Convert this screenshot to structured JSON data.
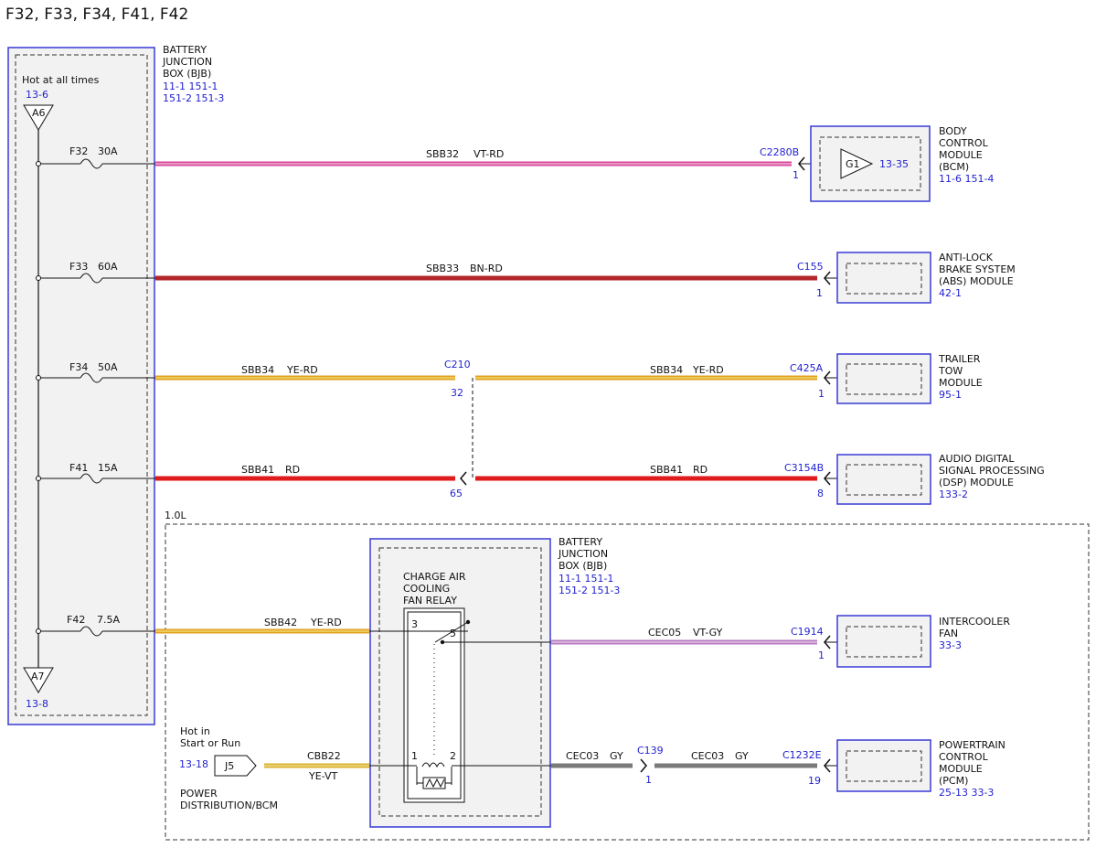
{
  "title": "F32, F33, F34, F41, F42",
  "colors": {
    "ref_text": "#1f1fd1",
    "box_border": "#3a3ad6",
    "box_fill": "#f2f2f2",
    "vt_rd": "#d8479b",
    "bn_rd": "#b3262a",
    "ye_rd": "#e2a11f",
    "rd": "#e01b1b",
    "vt_gy": "#b87ac0",
    "gy": "#7a7a7a",
    "ye_vt": "#d8b12d"
  },
  "bjb_left": {
    "label": [
      "BATTERY",
      "JUNCTION",
      "BOX (BJB)"
    ],
    "refs": [
      "11-1   151-1",
      "151-2  151-3"
    ],
    "hot_label": "Hot at all times",
    "hot_ref": "13-6",
    "top_connector": "A6",
    "bottom_connector": "A7",
    "bottom_ref": "13-8"
  },
  "fuses": [
    {
      "name": "F32",
      "rating": "30A"
    },
    {
      "name": "F33",
      "rating": "60A"
    },
    {
      "name": "F34",
      "rating": "50A"
    },
    {
      "name": "F41",
      "rating": "15A"
    },
    {
      "name": "F42",
      "rating": "7.5A"
    }
  ],
  "circuits": {
    "sbb32": {
      "circuit": "SBB32",
      "color": "VT-RD"
    },
    "sbb33": {
      "circuit": "SBB33",
      "color": "BN-RD"
    },
    "sbb34": {
      "circuit": "SBB34",
      "color": "YE-RD"
    },
    "sbb41": {
      "circuit": "SBB41",
      "color": "RD"
    },
    "sbb42": {
      "circuit": "SBB42",
      "color": "YE-RD"
    },
    "cec05": {
      "circuit": "CEC05",
      "color": "VT-GY"
    },
    "cec03": {
      "circuit": "CEC03",
      "color": "GY"
    },
    "cbb22": {
      "circuit": "CBB22",
      "color": "YE-VT"
    }
  },
  "connectors": {
    "c2280b": {
      "name": "C2280B",
      "pin": "1"
    },
    "c155": {
      "name": "C155",
      "pin": "1"
    },
    "c210": {
      "name": "C210",
      "pin_top": "32",
      "pin_bottom": "65"
    },
    "c425a": {
      "name": "C425A",
      "pin": "1"
    },
    "c3154b": {
      "name": "C3154B",
      "pin": "8"
    },
    "c1914": {
      "name": "C1914",
      "pin": "1"
    },
    "c139": {
      "name": "C139",
      "pin": "1"
    },
    "c1232e": {
      "name": "C1232E",
      "pin": "19"
    }
  },
  "modules": {
    "bcm": {
      "label": [
        "BODY",
        "CONTROL",
        "MODULE",
        "(BCM)"
      ],
      "refs": "11-6   151-4",
      "ground": "G1",
      "ground_ref": "13-35"
    },
    "abs": {
      "label": [
        "ANTI-LOCK",
        "BRAKE SYSTEM",
        "(ABS) MODULE"
      ],
      "refs": "42-1"
    },
    "trailer": {
      "label": [
        "TRAILER",
        "TOW",
        "MODULE"
      ],
      "refs": "95-1"
    },
    "dsp": {
      "label": [
        "AUDIO DIGITAL",
        "SIGNAL PROCESSING",
        "(DSP) MODULE"
      ],
      "refs": "133-2"
    },
    "fan": {
      "label": [
        "INTERCOOLER",
        "FAN"
      ],
      "refs": "33-3"
    },
    "pcm": {
      "label": [
        "POWERTRAIN",
        "CONTROL",
        "MODULE",
        "(PCM)"
      ],
      "refs": "25-13   33-3"
    }
  },
  "engine_option": "1.0L",
  "bjb_inner": {
    "label": [
      "BATTERY",
      "JUNCTION",
      "BOX (BJB)"
    ],
    "refs": [
      "11-1   151-1",
      "151-2  151-3"
    ],
    "relay_label": [
      "CHARGE AIR",
      "COOLING",
      "FAN RELAY"
    ],
    "pins": {
      "p3": "3",
      "p5": "5",
      "p1": "1",
      "p2": "2"
    }
  },
  "power_source": {
    "hot_label": [
      "Hot in",
      "Start or Run"
    ],
    "ref": "13-18",
    "connector": "J5",
    "label": [
      "POWER",
      "DISTRIBUTION/BCM"
    ]
  }
}
